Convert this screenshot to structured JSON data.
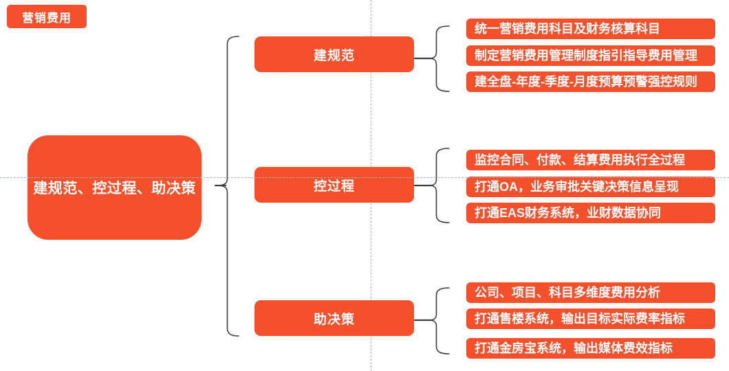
{
  "badge": "营销费用",
  "root": "建规范、控过程、助决策",
  "branches": [
    {
      "label": "建规范",
      "items": [
        "统一营销费用科目及财务核算科目",
        "制定营销费用管理制度指引指导费用管理",
        "建全盘-年度-季度-月度预算预警强控规则"
      ]
    },
    {
      "label": "控过程",
      "items": [
        "监控合同、付款、结算费用执行全过程",
        "打通OA，业务审批关键决策信息呈现",
        "打通EAS财务系统，业财数据协同"
      ]
    },
    {
      "label": "助决策",
      "items": [
        "公司、项目、科目多维度费用分析",
        "打通售楼系统，输出目标实际费率指标",
        "打通金房宝系统，输出媒体费效指标"
      ]
    }
  ],
  "colors": {
    "accent": "#f4502c",
    "guide": "#aab2ba",
    "connector": "#3d3d3d"
  }
}
